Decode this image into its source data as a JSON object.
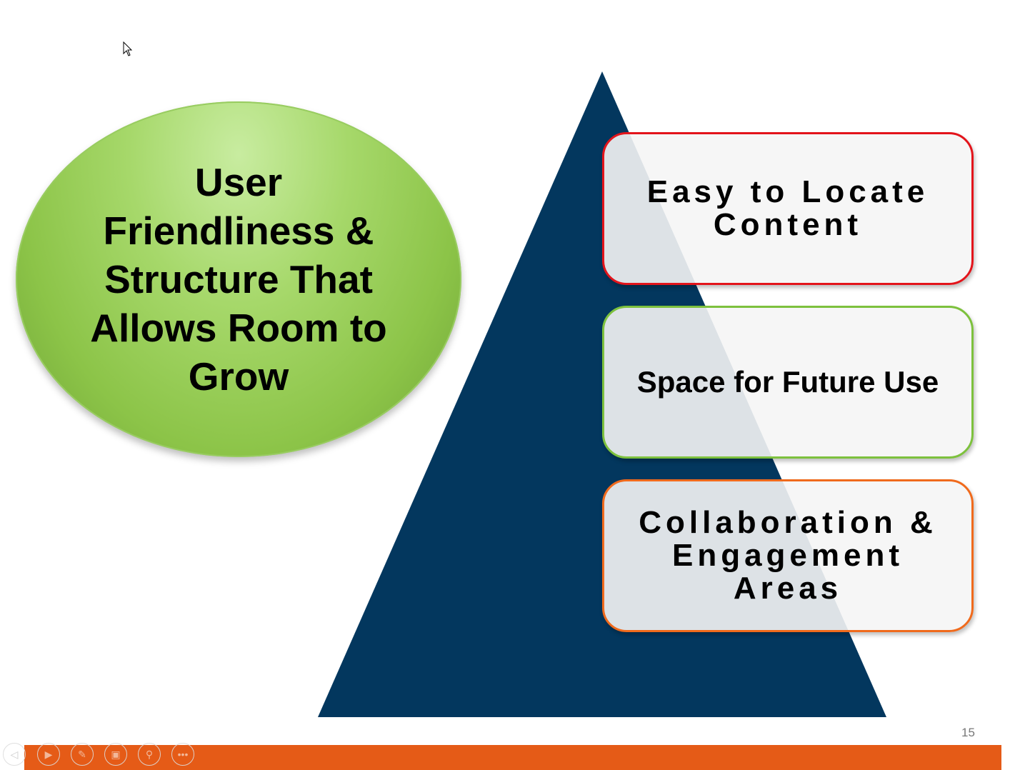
{
  "slide": {
    "ellipse_text": "User Friendliness & Structure That Allows Room to Grow",
    "boxes": [
      {
        "text": "Easy to Locate Content",
        "border_color": "#e3141b"
      },
      {
        "text": "Space for Future Use",
        "border_color": "#7dc13d"
      },
      {
        "text": "Collaboration & Engagement Areas",
        "border_color": "#f06a1c"
      }
    ],
    "triangle_color": "#03375e",
    "page_number": "15"
  },
  "toolbar": {
    "icons": [
      "previous-icon",
      "next-icon",
      "pen-icon",
      "slides-icon",
      "zoom-icon",
      "more-icon"
    ]
  }
}
